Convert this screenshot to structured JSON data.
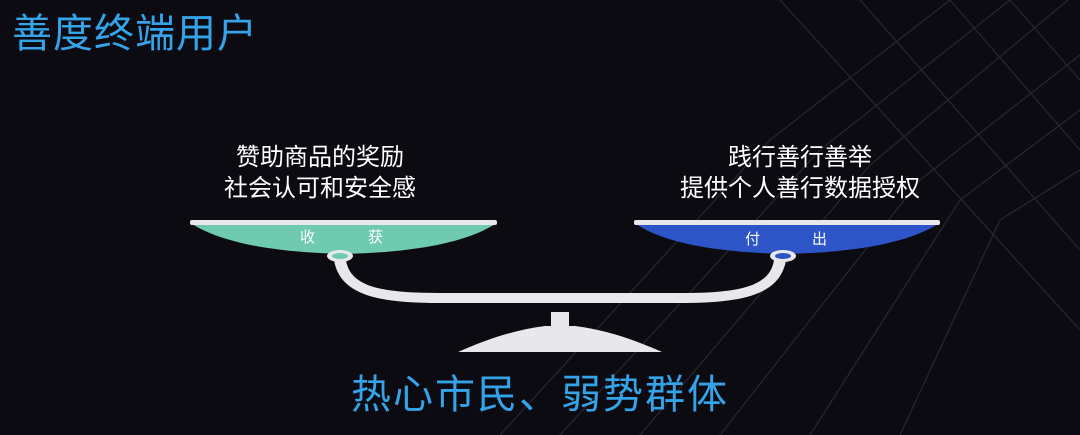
{
  "title": "善度终端用户",
  "left": {
    "line1": "赞助商品的奖励",
    "line2": "社会认可和安全感",
    "pan_char1": "收",
    "pan_char2": "获",
    "color": "#6fcab0"
  },
  "right": {
    "line1": "践行善行善举",
    "line2": "提供个人善行数据授权",
    "pan_char1": "付",
    "pan_char2": "出",
    "color": "#2d55c8"
  },
  "caption": "热心市民、弱势群体",
  "colors": {
    "background": "#0c0b12",
    "accent": "#35a3e8",
    "scale": "#e8e8ea"
  }
}
